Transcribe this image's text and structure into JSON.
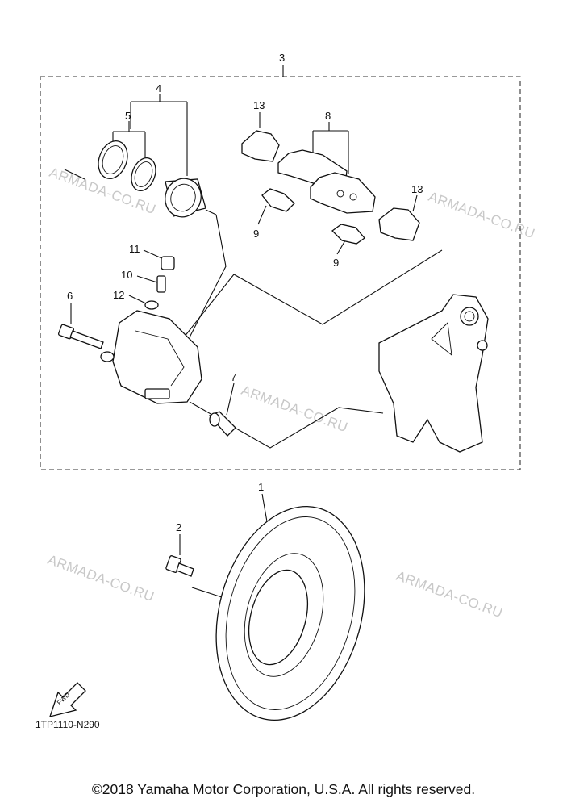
{
  "diagram": {
    "code": "1TP1110-N290",
    "copyright": "©2018 Yamaha Motor Corporation, U.S.A. All rights reserved.",
    "fwd_label": "FWD",
    "watermark": "ARMADA-CO.RU",
    "part_labels": {
      "p1": "1",
      "p2": "2",
      "p3": "3",
      "p4": "4",
      "p5": "5",
      "p6": "6",
      "p7": "7",
      "p8": "8",
      "p9a": "9",
      "p9b": "9",
      "p10": "10",
      "p11": "11",
      "p12": "12",
      "p13a": "13",
      "p13b": "13"
    }
  }
}
